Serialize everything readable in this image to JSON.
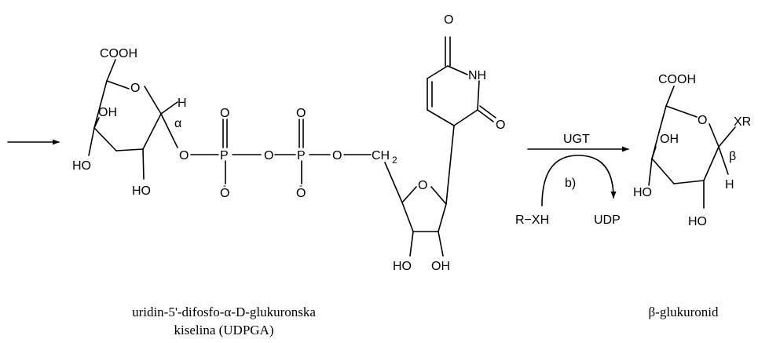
{
  "udpga": {
    "cooh": "COOH",
    "ring_o": "O",
    "h": "H",
    "alpha": "α",
    "oh_ring": "OH",
    "ho_left": "HO",
    "ho_bottom": "HO",
    "o_link1": "O",
    "p1": "P",
    "p1_o_top": "O",
    "p1_o_bottom": "O",
    "minus1": "-",
    "o_bridge": "O",
    "p2": "P",
    "p2_o_top": "O",
    "p2_o_bottom": "O",
    "minus2": "-",
    "o_link2": "O",
    "ch2": "CH",
    "ch2_sub": "2",
    "ribose_o": "O",
    "ribose_ho": "HO",
    "ribose_oh": "OH",
    "base_o_top": "O",
    "base_nh": "NH",
    "base_o_right": "O"
  },
  "reaction": {
    "enzyme": "UGT",
    "step": "b)",
    "substrate": "R−XH",
    "leaving": "UDP"
  },
  "product": {
    "cooh": "COOH",
    "ring_o": "O",
    "xr": "XR",
    "beta": "β",
    "h": "H",
    "oh_ring": "OH",
    "ho_left": "HO",
    "ho_bottom": "HO"
  },
  "captions": {
    "udpga_line1": "uridin-5'-difosfo-α-D-glukuronska",
    "udpga_line2": "kiselina (UDPGA)",
    "product": "β-glukuronid"
  }
}
